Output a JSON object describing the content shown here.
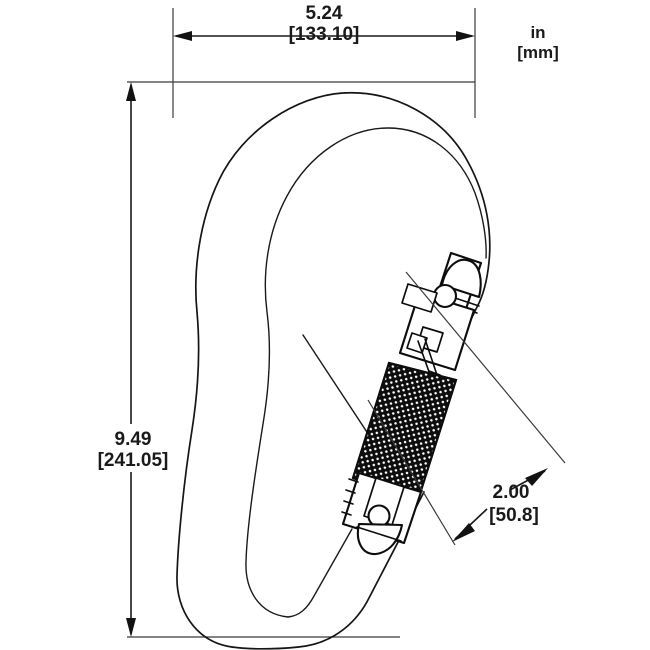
{
  "drawing": {
    "title": "Carabiner Technical Dimension Drawing",
    "background_color": "#ffffff",
    "line_color": "#151515",
    "units": {
      "primary_label": "in",
      "secondary_label": "[mm]"
    },
    "dimensions": {
      "width": {
        "name": "overall-width",
        "primary": "5.24",
        "secondary": "[133.10]",
        "orientation": "horizontal",
        "position": "top"
      },
      "height": {
        "name": "overall-height",
        "primary": "9.49",
        "secondary": "[241.05]",
        "orientation": "vertical",
        "position": "left"
      },
      "gate_opening": {
        "name": "gate-opening",
        "primary": "2.00",
        "secondary": "[50.8]",
        "orientation": "angled",
        "position": "lower-right"
      }
    },
    "components": [
      {
        "name": "carabiner-body",
        "description": "pear-shaped forged frame"
      },
      {
        "name": "locking-sleeve",
        "description": "knurled twist-lock sleeve"
      },
      {
        "name": "gate-latch",
        "description": "upper gate latch with pin"
      },
      {
        "name": "gate-hinge",
        "description": "lower gate hinge pivot"
      }
    ]
  }
}
